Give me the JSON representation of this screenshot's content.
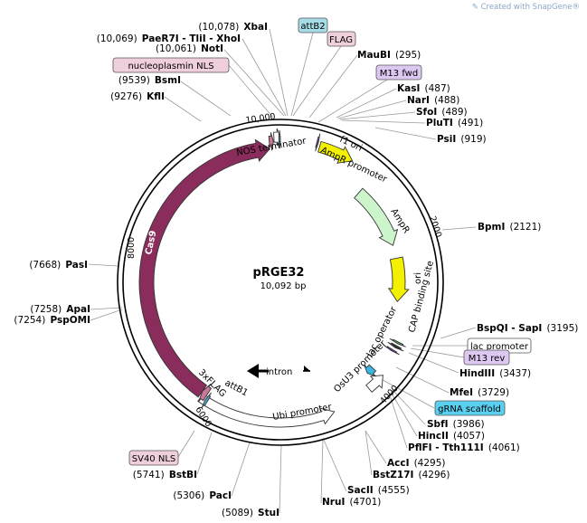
{
  "plasmid": {
    "name": "pRGE32",
    "size": "10,092 bp",
    "length": 10092
  },
  "watermark": "Created with SnapGene®",
  "backbone_features": [
    {
      "name": "Cas9",
      "start": 6045,
      "end": 9965,
      "color": "#8b2d5c",
      "dir": 1
    },
    {
      "name": "AmpR",
      "start": 1155,
      "end": 2015,
      "color": "#ccf5cc",
      "dir": 1
    },
    {
      "name": "ori",
      "start": 2195,
      "end": 2785,
      "color": "#f3f000",
      "dir": 1
    },
    {
      "name": "f1 ori",
      "start": 452,
      "end": 860,
      "color": "#f3f000",
      "dir": 1
    },
    {
      "name": "Ubi promoter",
      "start": 4410,
      "end": 6020,
      "color": "#ffffff",
      "dir": -1
    },
    {
      "name": "OsU3 promoter",
      "start": 3705,
      "end": 3930,
      "color": "#ffffff",
      "dir": -1
    },
    {
      "name": "gRNA scaffold",
      "start": 3725,
      "end": 3820,
      "color": "#38b8e0",
      "dir": 1
    },
    {
      "name": "NOS terminator",
      "start": 10020,
      "end": 10092,
      "color": "#ffffff",
      "dir": 1
    },
    {
      "name": "3xFLAG",
      "start": 5975,
      "end": 6045,
      "color": "#c87898",
      "dir": 1
    },
    {
      "name": "attB1",
      "start": 5930,
      "end": 5960,
      "color": "#4aa4c8",
      "dir": 1
    },
    {
      "name": "nucleoplasmin NLS",
      "start": 9965,
      "end": 10013,
      "color": "#c87898",
      "dir": 1
    },
    {
      "name": "attB2",
      "start": 10075,
      "end": 10092,
      "color": "#4aa4c8",
      "dir": 1
    },
    {
      "name": "M13 fwd",
      "start": 410,
      "end": 427,
      "color": "#7a3ea0",
      "dir": 1
    },
    {
      "name": "lac promoter",
      "start": 3325,
      "end": 3355,
      "color": "#333333",
      "dir": 1
    },
    {
      "name": "M13 rev",
      "start": 3390,
      "end": 3410,
      "color": "#7a3ea0",
      "dir": 1
    },
    {
      "name": "CAP binding site",
      "start": 3275,
      "end": 3298,
      "color": "#5a9a5a",
      "dir": 1
    }
  ],
  "internal_labels": [
    {
      "text": "NOS terminator"
    },
    {
      "text": "AmpR promoter"
    },
    {
      "text": "f1 ori"
    },
    {
      "text": "AmpR"
    },
    {
      "text": "ori"
    },
    {
      "text": "CAP binding site"
    },
    {
      "text": "lac operator"
    },
    {
      "text": "OsU3 promoter"
    },
    {
      "text": "Ubi promoter"
    },
    {
      "text": "Cas9"
    },
    {
      "text": "3xFLAG"
    },
    {
      "text": "attB1"
    },
    {
      "text": "intron"
    }
  ],
  "ticks": [
    "2000",
    "4000",
    "6000",
    "8000",
    "10,000"
  ],
  "feature_callouts": [
    {
      "text": "attB2",
      "fill": "#a6dce8"
    },
    {
      "text": "FLAG",
      "fill": "#f0cfdc"
    },
    {
      "text": "M13 fwd",
      "fill": "#dcc8f0"
    },
    {
      "text": "nucleoplasmin NLS",
      "fill": "#f0cfdc"
    },
    {
      "text": "lac promoter",
      "fill": "#ffffff"
    },
    {
      "text": "M13 rev",
      "fill": "#dcc8f0"
    },
    {
      "text": "gRNA scaffold",
      "fill": "#5ad0f0"
    },
    {
      "text": "SV40 NLS",
      "fill": "#f0cfdc"
    }
  ],
  "sites": [
    {
      "name": "XbaI",
      "pos": "(10,078)"
    },
    {
      "name": "PaeR7I - TliI - XhoI",
      "pos": "(10,069)"
    },
    {
      "name": "NotI",
      "pos": "(10,061)"
    },
    {
      "name": "MauBI",
      "pos": "(295)"
    },
    {
      "name": "BsmI",
      "pos": "(9539)"
    },
    {
      "name": "KflI",
      "pos": "(9276)"
    },
    {
      "name": "KasI",
      "pos": "(487)"
    },
    {
      "name": "NarI",
      "pos": "(488)"
    },
    {
      "name": "SfoI",
      "pos": "(489)"
    },
    {
      "name": "PluTI",
      "pos": "(491)"
    },
    {
      "name": "PsiI",
      "pos": "(919)"
    },
    {
      "name": "BpmI",
      "pos": "(2121)"
    },
    {
      "name": "PasI",
      "pos": "(7668)"
    },
    {
      "name": "ApaI",
      "pos": "(7258)"
    },
    {
      "name": "PspOMI",
      "pos": "(7254)"
    },
    {
      "name": "BspQI - SapI",
      "pos": "(3195)"
    },
    {
      "name": "HindIII",
      "pos": "(3437)"
    },
    {
      "name": "MfeI",
      "pos": "(3729)"
    },
    {
      "name": "SbfI",
      "pos": "(3986)"
    },
    {
      "name": "HincII",
      "pos": "(4057)"
    },
    {
      "name": "PflFI - Tth111I",
      "pos": "(4061)"
    },
    {
      "name": "AccI",
      "pos": "(4295)"
    },
    {
      "name": "BstZ17I",
      "pos": "(4296)"
    },
    {
      "name": "SacII",
      "pos": "(4555)"
    },
    {
      "name": "NruI",
      "pos": "(4701)"
    },
    {
      "name": "StuI",
      "pos": "(5089)"
    },
    {
      "name": "PacI",
      "pos": "(5306)"
    },
    {
      "name": "BstBI",
      "pos": "(5741)"
    }
  ]
}
